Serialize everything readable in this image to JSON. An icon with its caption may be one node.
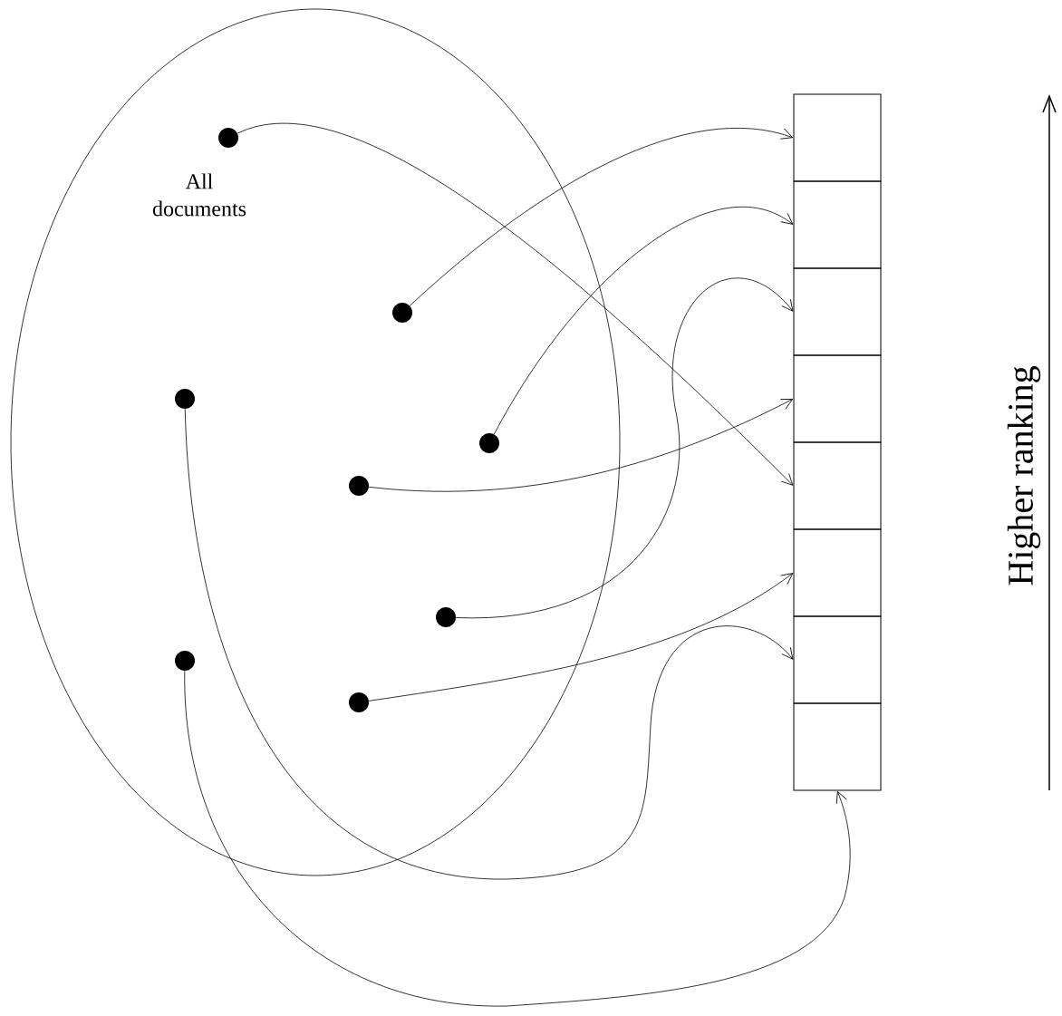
{
  "diagram": {
    "nodes": [
      {
        "text": [
          "All documents"
        ]
      },
      {
        "text": [],
        "shape": "circle",
        "in": 0
      },
      {
        "text": [],
        "shape": "circle",
        "in": 0
      },
      {
        "text": [],
        "shape": "circle",
        "in": 0
      },
      {
        "text": [],
        "shape": "circle",
        "in": 0
      },
      {
        "text": [],
        "shape": "circle",
        "in": 0
      },
      {
        "text": [],
        "shape": "circle",
        "in": 0
      },
      {
        "text": [],
        "shape": "circle",
        "in": 0
      },
      {
        "text": [],
        "shape": "circle",
        "in": 0
      },
      {
        "text": [],
        "shape": "box"
      },
      {
        "text": [],
        "shape": "box"
      },
      {
        "text": [],
        "shape": "box"
      },
      {
        "text": [],
        "shape": "box"
      },
      {
        "text": [],
        "shape": "box"
      },
      {
        "text": [],
        "shape": "box"
      },
      {
        "text": [],
        "shape": "box"
      },
      {
        "text": [],
        "shape": "box"
      }
    ],
    "edges": [
      {
        "from": 1,
        "to": 13,
        "arrow": "to"
      },
      {
        "from": 2,
        "to": 9,
        "arrow": "to"
      },
      {
        "from": 4,
        "to": 10,
        "arrow": "to"
      },
      {
        "from": 5,
        "to": 12,
        "arrow": "to"
      },
      {
        "from": 6,
        "to": 11,
        "arrow": "to"
      },
      {
        "from": 8,
        "to": 14,
        "arrow": "to"
      },
      {
        "from": 3,
        "to": 15,
        "arrow": "to"
      },
      {
        "from": 7,
        "to": 16,
        "arrow": "to"
      }
    ],
    "labels": [
      "Higher ranking"
    ]
  }
}
